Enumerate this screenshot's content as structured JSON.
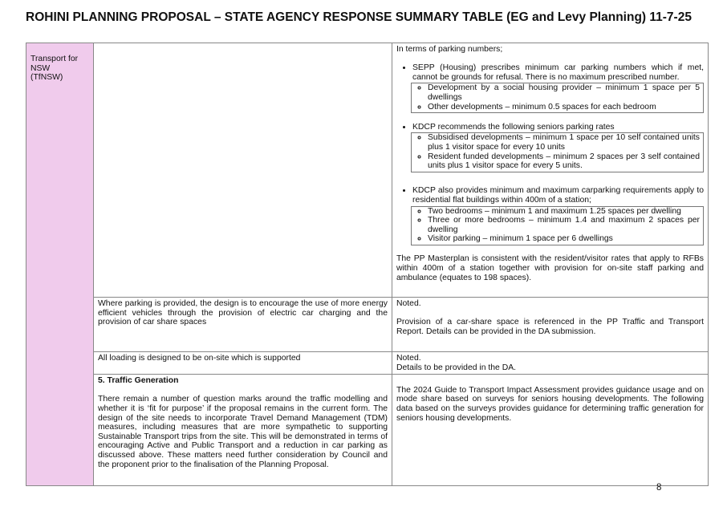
{
  "title": "ROHINI PLANNING PROPOSAL – STATE AGENCY RESPONSE SUMMARY TABLE  (EG and Levy Planning) 11-7-25",
  "agency": [
    "Transport for",
    "NSW",
    "(TfNSW)"
  ],
  "row1": {
    "intro": "In terms of parking numbers;",
    "b1": "SEPP (Housing) prescribes minimum car parking numbers which if met, cannot be grounds for refusal. There is no maximum prescribed number.",
    "b1_sub": [
      "Development by a social housing provider – minimum 1 space per 5 dwellings",
      "Other developments – minimum 0.5 spaces for each bedroom"
    ],
    "b2": "KDCP recommends the following seniors parking rates",
    "b2_sub": [
      "Subsidised developments – minimum 1 space per 10 self contained units plus 1 visitor space for every 10 units",
      "Resident funded developments – minimum 2 spaces per 3 self contained units plus 1 visitor space for every 5 units."
    ],
    "b3": "KDCP also provides minimum and maximum carparking requirements apply to residential flat buildings within 400m of a station;",
    "b3_sub": [
      "Two bedrooms – minimum 1 and maximum 1.25 spaces per dwelling",
      "Three or more bedrooms – minimum 1.4 and maximum 2 spaces per dwelling",
      "Visitor parking – minimum 1 space per 6 dwellings"
    ],
    "conclusion": "The PP Masterplan is consistent with the resident/visitor rates that apply to RFBs within 400m of a station together with provision for on-site staff parking and ambulance (equates to 198 spaces)."
  },
  "row2": {
    "comment": "Where parking is provided, the design is to encourage the use of more energy efficient vehicles through the provision of electric car charging and the provision of car share spaces",
    "response1": "Noted.",
    "response2": "Provision of a car-share space is referenced in the PP Traffic and Transport Report.  Details can be provided in the DA submission."
  },
  "row3": {
    "comment": "All loading is designed to be on-site which is supported",
    "response1": "Noted.",
    "response2": "Details to be provided in the DA."
  },
  "row4": {
    "heading": "5. Traffic Generation",
    "comment": "There remain a number of question marks around the traffic modelling and whether it is ‘fit for purpose’ if the proposal remains in the current form. The design of the site needs to incorporate Travel Demand Management (TDM) measures, including measures that are more sympathetic to supporting Sustainable Transport trips from the site. This will be demonstrated in terms of encouraging Active and Public Transport and a reduction in car parking as discussed above. These matters need further consideration by Council and the proponent prior to the finalisation of the Planning Proposal.",
    "response": "The 2024 Guide to Transport Impact Assessment provides guidance usage and on mode share based on surveys for seniors housing developments.  The following data based on the surveys provides guidance for determining traffic generation for seniors housing developments."
  },
  "page_number": "8"
}
